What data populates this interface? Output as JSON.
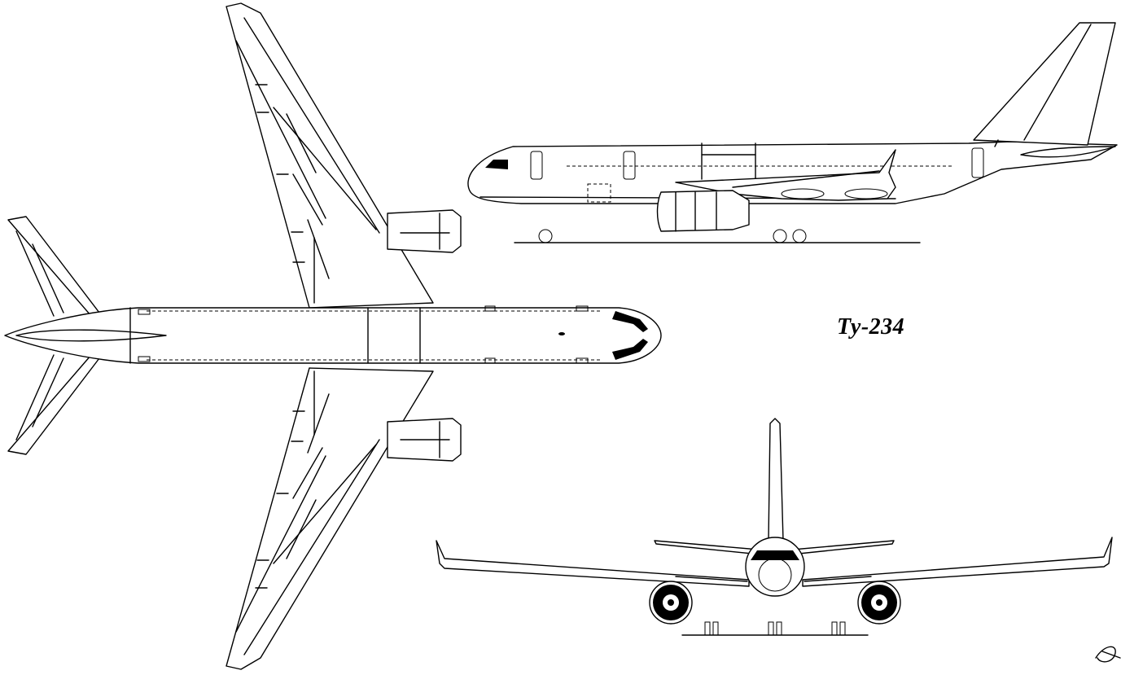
{
  "diagram": {
    "title": "Ту-234",
    "views": [
      "top-view",
      "side-view",
      "front-view"
    ]
  }
}
